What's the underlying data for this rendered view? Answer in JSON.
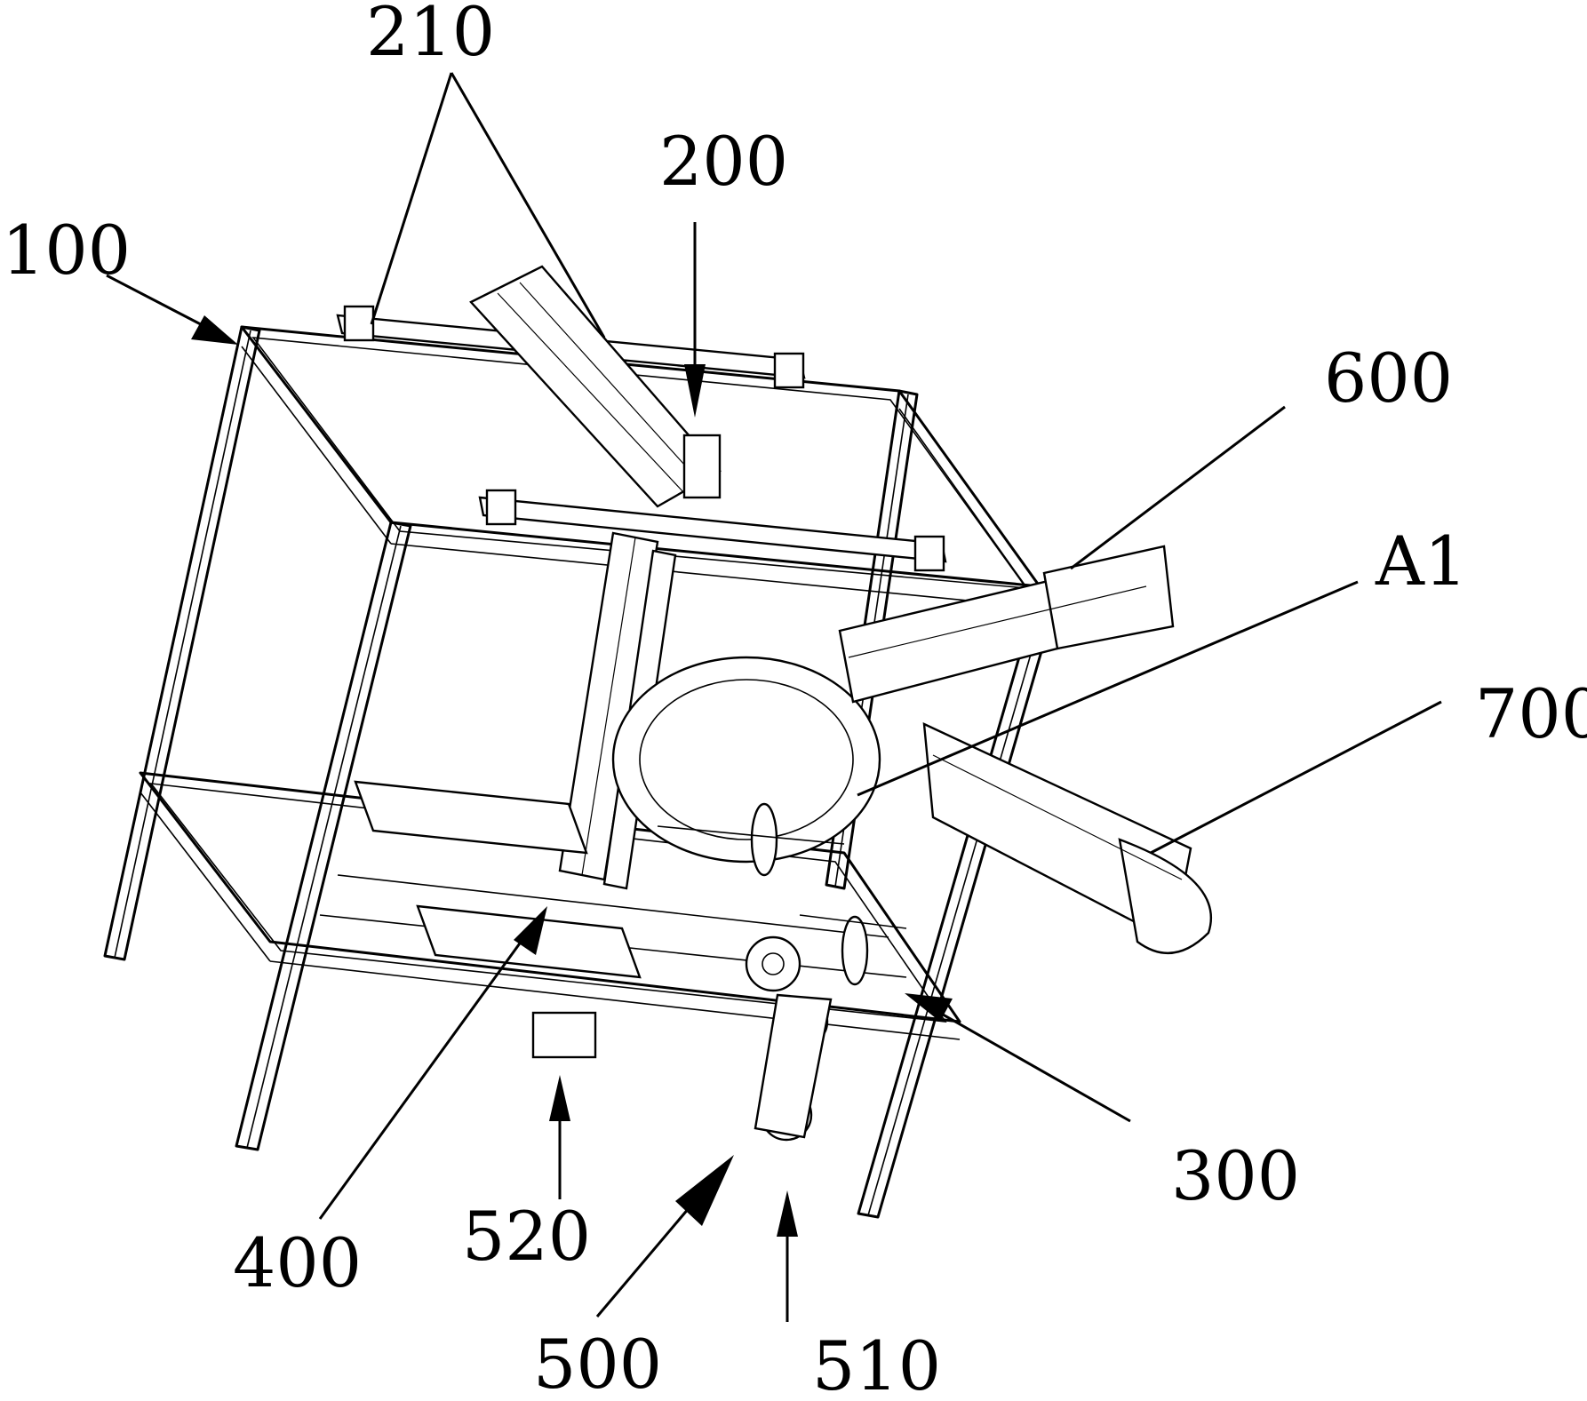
{
  "labels": {
    "l100": "100",
    "l200": "200",
    "l210": "210",
    "l300": "300",
    "l400": "400",
    "l500": "500",
    "l510": "510",
    "l520": "520",
    "l600": "600",
    "l700": "700",
    "la1": "A1"
  }
}
